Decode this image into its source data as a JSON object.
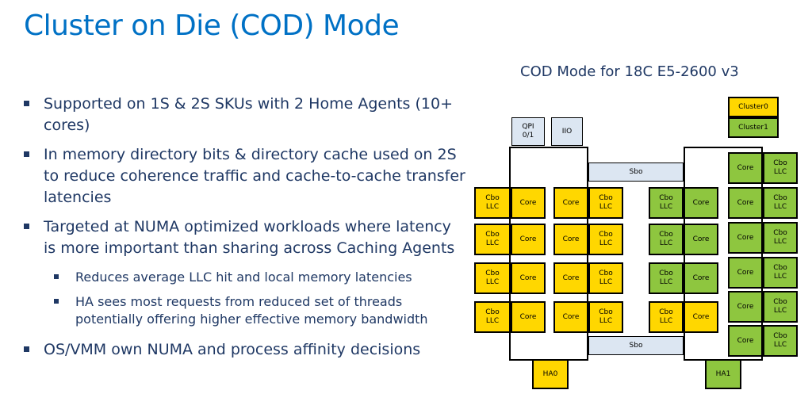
{
  "slide": {
    "title": "Cluster on Die (COD) Mode",
    "bullets": [
      "Supported on 1S & 2S SKUs with 2 Home Agents (10+ cores)",
      "In memory directory bits & directory cache used on 2S to reduce coherence traffic and cache-to-cache transfer latencies",
      "Targeted at NUMA optimized workloads where latency is more important than sharing across Caching Agents"
    ],
    "subbullets": [
      "Reduces average LLC hit and local memory latencies",
      "HA sees most requests from reduced set of threads potentially offering higher effective memory bandwidth"
    ],
    "last_bullet": "OS/VMM own NUMA and process affinity decisions"
  },
  "diagram": {
    "title": "COD Mode for 18C E5-2600 v3",
    "legend": {
      "cluster0": "Cluster0",
      "cluster1": "Cluster1"
    },
    "qpi": "QPI 0/1",
    "iio": "IIO",
    "sbo": "Sbo",
    "ha0": "HA0",
    "ha1": "HA1",
    "core": "Core",
    "cbo": "Cbo LLC",
    "colors": {
      "cluster0": "#ffd700",
      "cluster1": "#8ec63f",
      "sbo": "#dce6f2",
      "title": "#0071c5",
      "text": "#1f3864"
    }
  }
}
